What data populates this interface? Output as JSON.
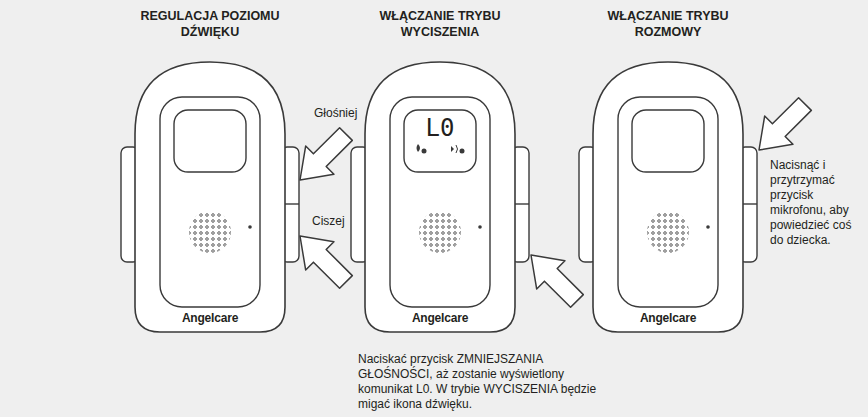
{
  "diagram": {
    "labels": [
      "REGULACJA POZIOMU DŹWIĘKU",
      "WŁĄCZANIE TRYBU WYCISZENIA",
      "WŁĄCZANIE TRYBU ROZMOWY",
      "Głośniej",
      "Ciszej",
      "Angelcare",
      "L0",
      "Angelcare",
      "Naciskać przycisk ZMNIEJSZANIA GŁOŚNOŚCI, aż zostanie wyświetlony komunikat L0. W trybie WYCISZENIA będzie migać ikona dźwięku.",
      "Nacisnąć i przytrzymać przycisk mikrofonu, aby powiedzieć coś do dziecka.",
      "Angelcare"
    ]
  }
}
